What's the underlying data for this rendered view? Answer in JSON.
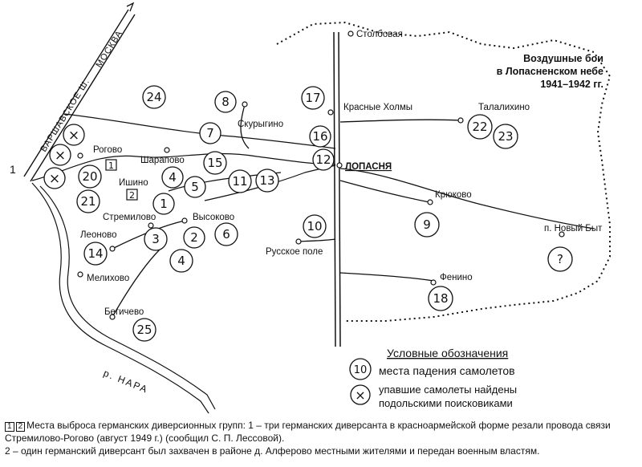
{
  "map": {
    "title_lines": [
      "Воздушные бои",
      "в Лопасненском небе",
      "1941–1942 гг."
    ],
    "highway_label": "ВАРШАВСКОЕ Ш.",
    "highway_dir": "МОСКВА",
    "highway_number": "1",
    "river_label": "р. НАРА",
    "places": {
      "stolbovaya": "Столбовая",
      "krasnye_holmy": "Красные Холмы",
      "talalikhino": "Талалихино",
      "skurygino": "Скурыгино",
      "rogovo": "Рогово",
      "sharapovo": "Шарапово",
      "ishino": "Ишино",
      "lopasnya": "ЛОПАСНЯ",
      "kryukovo": "Крюково",
      "stremilovo": "Стремилово",
      "vysokovo": "Высоково",
      "leonovo": "Леоново",
      "russkoe_pole": "Русское поле",
      "novyi_byt": "п. Новый Быт",
      "melikhovo": "Мелихово",
      "fenino": "Фенино",
      "begichevo": "Бегичево"
    },
    "crash_sites": [
      "24",
      "8",
      "17",
      "16",
      "12",
      "7",
      "15",
      "11",
      "13",
      "22",
      "23",
      "20",
      "21",
      "4",
      "5",
      "1",
      "3",
      "2",
      "6",
      "4",
      "14",
      "10",
      "9",
      "?",
      "18",
      "25"
    ],
    "found_sites": [
      "×",
      "×",
      "×"
    ],
    "drop_marks": [
      "1",
      "2"
    ],
    "legend": {
      "heading": "Условные обозначения",
      "crash_symbol": "10",
      "crash_text": "места падения самолетов",
      "found_symbol": "×",
      "found_text_1": "упавшие самолеты найдены",
      "found_text_2": "подольскими поисковиками"
    }
  },
  "caption": {
    "box1": "1",
    "box2": "2",
    "line1": "Места выброса германских диверсионных групп: 1 – три германских диверсанта в красноармейской форме резали провода связи",
    "line2": "Стремилово-Рогово (август 1949 г.) (сообщил С. П. Лессовой).",
    "line3": "2 – один германский диверсант был захвачен в районе д. Алферово местными жителями и передан военным властям."
  }
}
